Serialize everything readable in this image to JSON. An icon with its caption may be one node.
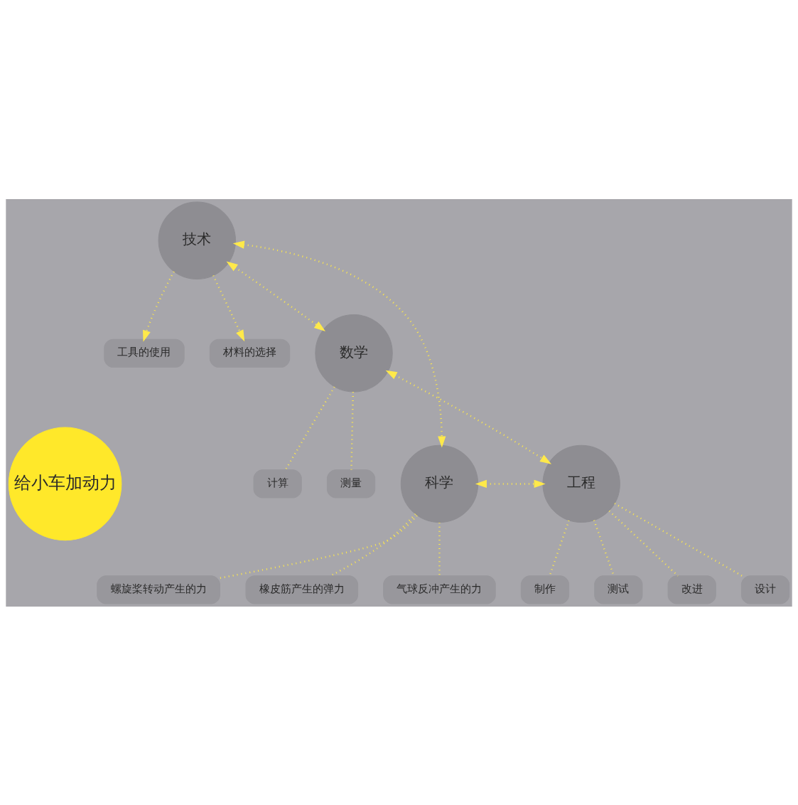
{
  "diagram": {
    "nodes": [
      {
        "text": [
          "给小车加动力"
        ]
      },
      {
        "text": [
          "技术"
        ]
      },
      {
        "text": [
          "工具的使用"
        ]
      },
      {
        "text": [
          "材料的选择"
        ]
      },
      {
        "text": [
          "数学"
        ]
      },
      {
        "text": [
          "测量"
        ]
      },
      {
        "text": [
          "计算"
        ]
      },
      {
        "text": [
          "科学"
        ]
      },
      {
        "text": [
          "工程"
        ]
      },
      {
        "text": [
          "设计"
        ]
      },
      {
        "text": [
          "制作"
        ]
      },
      {
        "text": [
          "测试"
        ]
      },
      {
        "text": [
          "改进"
        ]
      },
      {
        "text": [
          "橡皮筋产生的弹力"
        ]
      },
      {
        "text": [
          "气球反冲产生的力"
        ]
      },
      {
        "text": [
          "螺旋桨转动产生的力"
        ]
      }
    ],
    "edges": [
      {
        "from": 1,
        "to": 2,
        "arrow": "to"
      },
      {
        "from": 1,
        "to": 3,
        "arrow": "to"
      },
      {
        "from": 1,
        "to": 4,
        "arrow": "both"
      },
      {
        "from": 1,
        "to": 7,
        "arrow": "both"
      },
      {
        "from": 4,
        "to": 5,
        "arrow": "none"
      },
      {
        "from": 4,
        "to": 6,
        "arrow": "none"
      },
      {
        "from": 4,
        "to": 8,
        "arrow": "both"
      },
      {
        "from": 7,
        "to": 8,
        "arrow": "both"
      },
      {
        "from": 8,
        "to": 9,
        "arrow": "none"
      },
      {
        "from": 8,
        "to": 10,
        "arrow": "none"
      },
      {
        "from": 8,
        "to": 11,
        "arrow": "none"
      },
      {
        "from": 8,
        "to": 12,
        "arrow": "none"
      },
      {
        "from": 7,
        "to": 13,
        "arrow": "none"
      },
      {
        "from": 7,
        "to": 14,
        "arrow": "none"
      },
      {
        "from": 7,
        "to": 15,
        "arrow": "none"
      }
    ]
  }
}
